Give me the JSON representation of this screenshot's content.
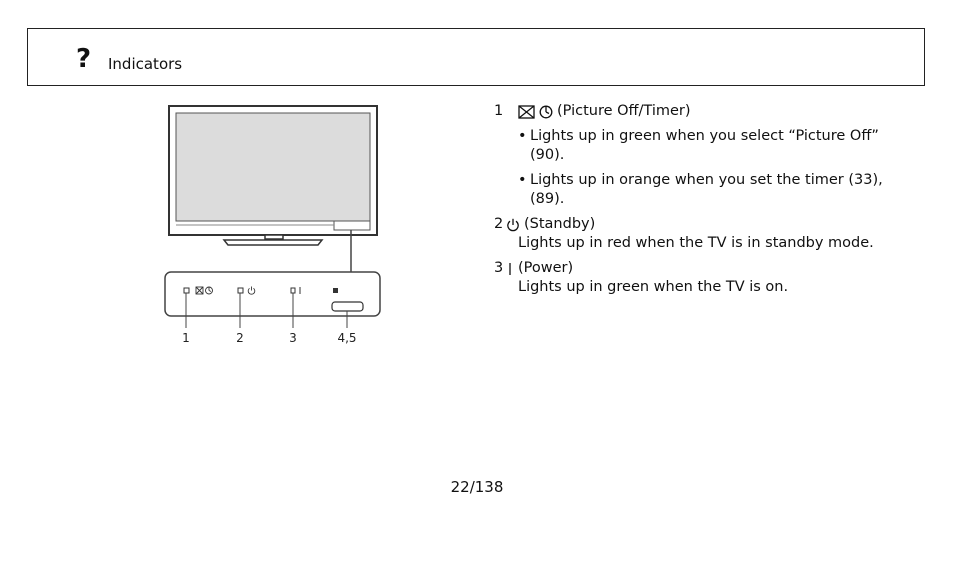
{
  "header": {
    "icon": "question-mark-icon",
    "title": "Indicators"
  },
  "diagram": {
    "callouts": [
      "1",
      "2",
      "3",
      "4,5"
    ]
  },
  "legend": {
    "item1": {
      "number": "1",
      "label": "(Picture Off/Timer)",
      "icons": [
        "picture-off-icon",
        "timer-icon"
      ],
      "bullets": [
        "Lights up in green when you select “Picture Off” (90).",
        "Lights up in orange when you set the timer (33), (89)."
      ]
    },
    "item2": {
      "number": "2",
      "label": "(Standby)",
      "icon": "standby-icon",
      "description": "Lights up in red when the TV is in standby mode."
    },
    "item3": {
      "number": "3",
      "label": "(Power)",
      "icon": "power-icon",
      "description": "Lights up in green when the TV is on."
    }
  },
  "footer": {
    "page": "22/138"
  }
}
